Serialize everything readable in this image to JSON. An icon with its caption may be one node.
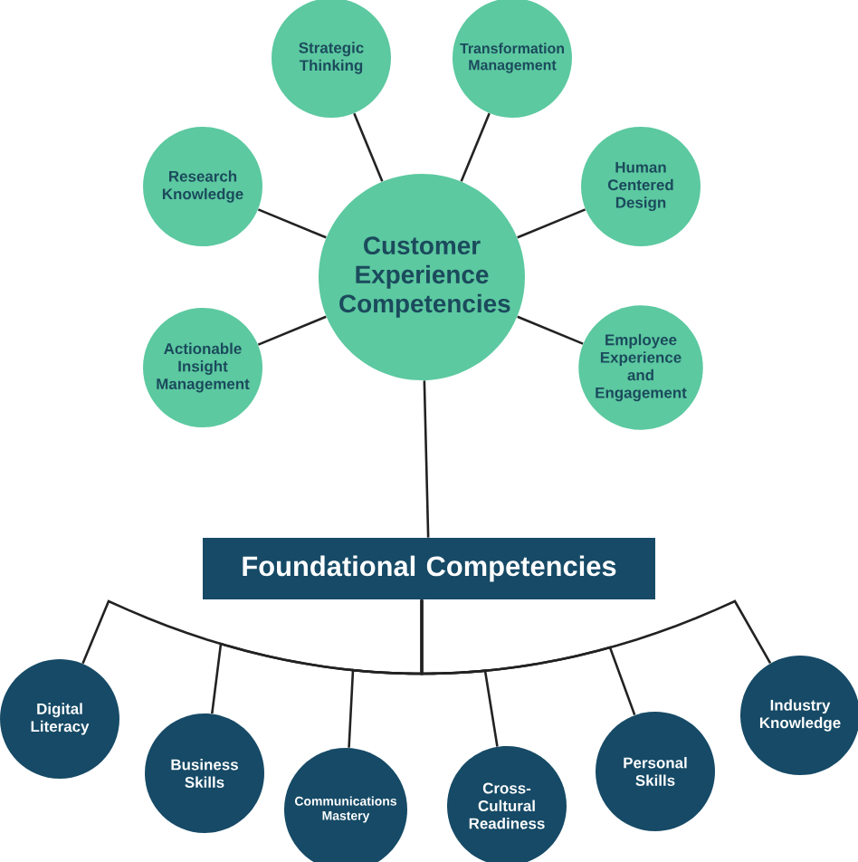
{
  "diagram": {
    "nodes": [
      {
        "text": [
          "Customer Experience Competencies"
        ]
      },
      {
        "text": [
          "Strategic Thinking"
        ]
      },
      {
        "text": [
          "Transformation Management"
        ]
      },
      {
        "text": [
          "Research Knowledge"
        ]
      },
      {
        "text": [
          "Human Centered Design"
        ]
      },
      {
        "text": [
          "Actionable Insight Management"
        ]
      },
      {
        "text": [
          "Employee Experience and Engagement"
        ]
      },
      {
        "text": [
          "Foundational Competencies"
        ]
      },
      {
        "text": [
          "Digital Literacy"
        ]
      },
      {
        "text": [
          "Business Skills"
        ]
      },
      {
        "text": [
          "Communications Mastery"
        ]
      },
      {
        "text": [
          "Cross-Cultural Readiness"
        ]
      },
      {
        "text": [
          "Personal Skills"
        ]
      },
      {
        "text": [
          "Industry Knowledge"
        ]
      }
    ],
    "edges": [
      {
        "from": 0,
        "to": 1,
        "arrow": "none"
      },
      {
        "from": 0,
        "to": 2,
        "arrow": "none"
      },
      {
        "from": 0,
        "to": 3,
        "arrow": "none"
      },
      {
        "from": 0,
        "to": 4,
        "arrow": "none"
      },
      {
        "from": 0,
        "to": 5,
        "arrow": "none"
      },
      {
        "from": 0,
        "to": 6,
        "arrow": "none"
      },
      {
        "from": 0,
        "to": 7,
        "arrow": "none"
      },
      {
        "from": 7,
        "to": 8,
        "arrow": "none"
      },
      {
        "from": 7,
        "to": 9,
        "arrow": "none"
      },
      {
        "from": 7,
        "to": 10,
        "arrow": "none"
      },
      {
        "from": 7,
        "to": 11,
        "arrow": "none"
      },
      {
        "from": 7,
        "to": 12,
        "arrow": "none"
      },
      {
        "from": 7,
        "to": 13,
        "arrow": "none"
      }
    ]
  }
}
